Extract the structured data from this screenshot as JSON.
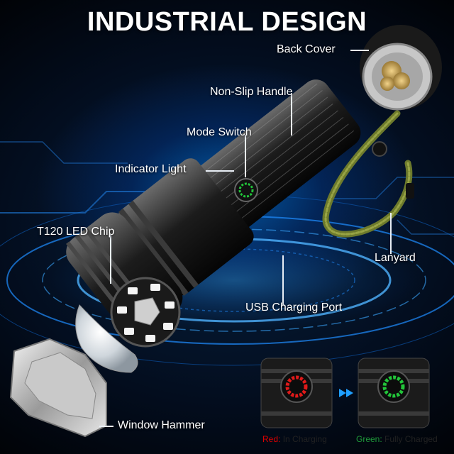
{
  "title": "INDUSTRIAL DESIGN",
  "callouts": {
    "back_cover": "Back Cover",
    "non_slip_handle": "Non-Slip Handle",
    "mode_switch": "Mode Switch",
    "indicator_light": "Indicator Light",
    "led_chip": "T120 LED Chip",
    "lanyard": "Lanyard",
    "usb_port": "USB Charging Port",
    "window_hammer": "Window Hammer"
  },
  "status": {
    "red_key": "Red:",
    "red_value": "In Charging",
    "green_key": "Green:",
    "green_value": "Fully Charged"
  },
  "colors": {
    "background": "#030d1e",
    "glow": "#0a8cff",
    "red_indicator": "#e01a1a",
    "green_indicator": "#22c53a",
    "text": "#ffffff"
  }
}
